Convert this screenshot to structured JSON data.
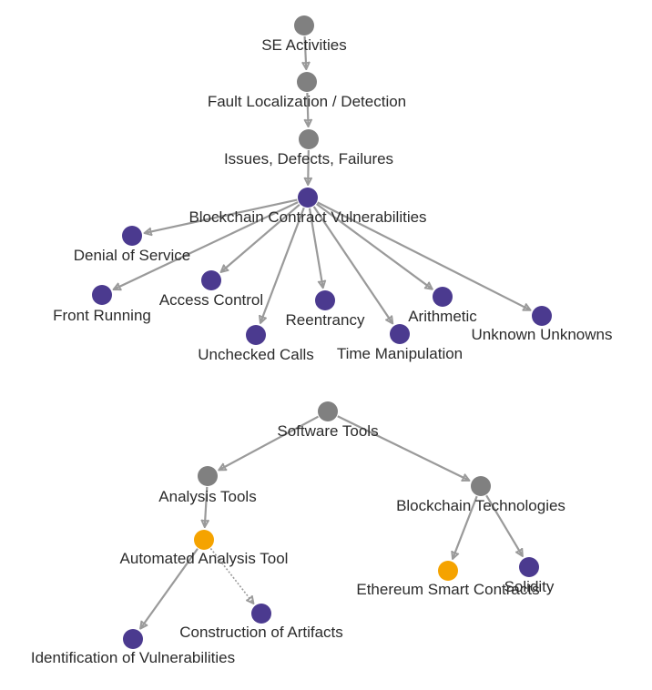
{
  "colors": {
    "concept": "#808080",
    "vulnerability": "#4b3a8f",
    "tool": "#f5a300",
    "edge": "#9a9a9a",
    "label": "#2b2b2b"
  },
  "nodes": [
    {
      "id": "se",
      "label": "SE Activities",
      "kind": "concept"
    },
    {
      "id": "fault",
      "label": "Fault Localization / Detection",
      "kind": "concept"
    },
    {
      "id": "issues",
      "label": "Issues, Defects, Failures",
      "kind": "concept"
    },
    {
      "id": "bcv",
      "label": "Blockchain Contract Vulnerabilities",
      "kind": "vulnerability"
    },
    {
      "id": "dos",
      "label": "Denial of Service",
      "kind": "vulnerability"
    },
    {
      "id": "front",
      "label": "Front Running",
      "kind": "vulnerability"
    },
    {
      "id": "access",
      "label": "Access Control",
      "kind": "vulnerability"
    },
    {
      "id": "unchecked",
      "label": "Unchecked Calls",
      "kind": "vulnerability"
    },
    {
      "id": "reentrancy",
      "label": "Reentrancy",
      "kind": "vulnerability"
    },
    {
      "id": "time",
      "label": "Time Manipulation",
      "kind": "vulnerability"
    },
    {
      "id": "arith",
      "label": "Arithmetic",
      "kind": "vulnerability"
    },
    {
      "id": "unknown",
      "label": "Unknown Unknowns",
      "kind": "vulnerability"
    },
    {
      "id": "tools",
      "label": "Software Tools",
      "kind": "concept"
    },
    {
      "id": "analysis",
      "label": "Analysis Tools",
      "kind": "concept"
    },
    {
      "id": "bctech",
      "label": "Blockchain Technologies",
      "kind": "concept"
    },
    {
      "id": "auto",
      "label": "Automated Analysis Tool",
      "kind": "tool"
    },
    {
      "id": "eth",
      "label": "Ethereum Smart Contracts",
      "kind": "tool"
    },
    {
      "id": "solidity",
      "label": "Solidity",
      "kind": "vulnerability"
    },
    {
      "id": "idvuln",
      "label": "Identification of Vulnerabilities",
      "kind": "vulnerability"
    },
    {
      "id": "constr",
      "label": "Construction of Artifacts",
      "kind": "vulnerability"
    }
  ],
  "edges": [
    {
      "from": "se",
      "to": "fault",
      "style": "solid"
    },
    {
      "from": "fault",
      "to": "issues",
      "style": "solid"
    },
    {
      "from": "issues",
      "to": "bcv",
      "style": "solid"
    },
    {
      "from": "bcv",
      "to": "dos",
      "style": "solid"
    },
    {
      "from": "bcv",
      "to": "front",
      "style": "solid"
    },
    {
      "from": "bcv",
      "to": "access",
      "style": "solid"
    },
    {
      "from": "bcv",
      "to": "unchecked",
      "style": "solid"
    },
    {
      "from": "bcv",
      "to": "reentrancy",
      "style": "solid"
    },
    {
      "from": "bcv",
      "to": "time",
      "style": "solid"
    },
    {
      "from": "bcv",
      "to": "arith",
      "style": "solid"
    },
    {
      "from": "bcv",
      "to": "unknown",
      "style": "solid"
    },
    {
      "from": "tools",
      "to": "analysis",
      "style": "solid"
    },
    {
      "from": "tools",
      "to": "bctech",
      "style": "solid"
    },
    {
      "from": "analysis",
      "to": "auto",
      "style": "solid"
    },
    {
      "from": "bctech",
      "to": "eth",
      "style": "solid"
    },
    {
      "from": "bctech",
      "to": "solidity",
      "style": "solid"
    },
    {
      "from": "auto",
      "to": "idvuln",
      "style": "solid"
    },
    {
      "from": "auto",
      "to": "constr",
      "style": "dotted"
    }
  ]
}
